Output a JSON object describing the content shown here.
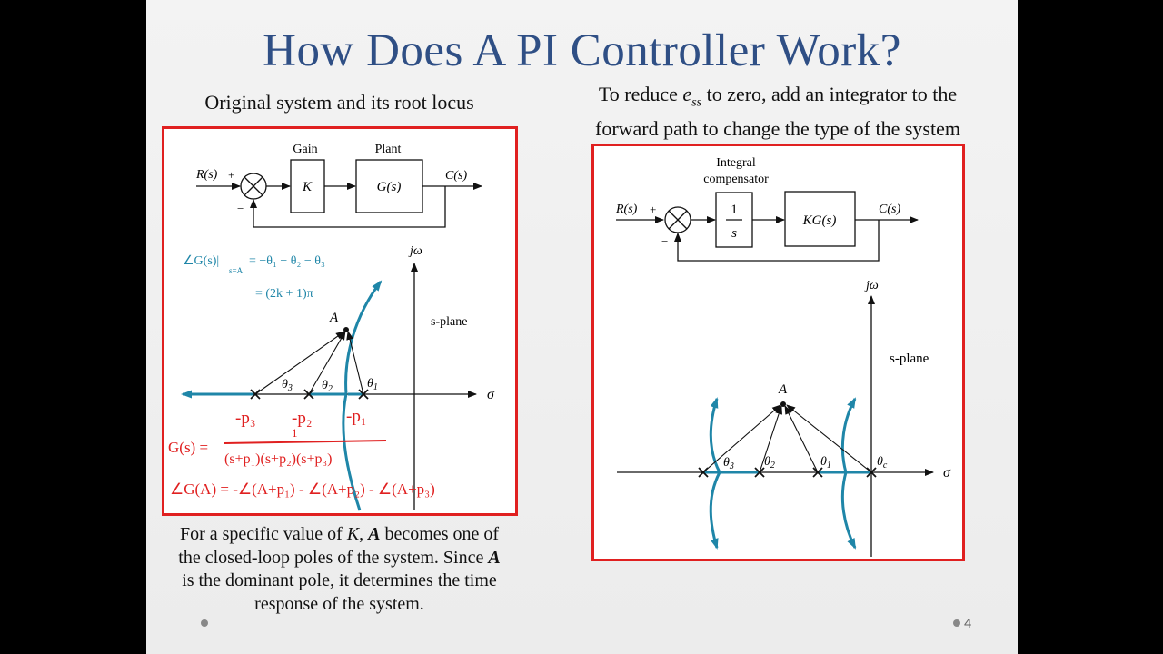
{
  "slide": {
    "title": "How Does A PI Controller Work?",
    "left_heading": "Original system and its root locus",
    "right_heading_part1": "To reduce ",
    "right_heading_e": "e",
    "right_heading_sub": "ss",
    "right_heading_part2": " to zero, add an integrator to the",
    "right_heading_line2": "forward path to change the type of the system",
    "caption_part1": "For a specific value of ",
    "caption_k": "K",
    "caption_part2": ", ",
    "caption_a1": "A",
    "caption_part3": " becomes one of the closed-loop poles of the system. Since ",
    "caption_a2": "A",
    "caption_part4": " is the dominant pole, it determines the time response of the system.",
    "page_number": "4"
  },
  "left_diagram": {
    "gain_label": "Gain",
    "plant_label": "Plant",
    "input": "R(s)",
    "plus": "+",
    "minus": "−",
    "gain_block": "K",
    "plant_block": "G(s)",
    "output": "C(s)",
    "jw": "jω",
    "splane": "s-plane",
    "sigma": "σ",
    "point_a": "A",
    "theta1": "θ",
    "theta1_sub": "1",
    "theta2": "θ",
    "theta2_sub": "2",
    "theta3": "θ",
    "theta3_sub": "3",
    "angle_eq1": "∠G(s)|",
    "angle_eq1_sub": "s=A",
    "angle_eq1_rhs": " = −θ₁ − θ₂ − θ₃",
    "angle_eq2": "= (2k + 1)π",
    "hw_p3": "-p₃",
    "hw_p2": "-p₂",
    "hw_p1": "-p₁",
    "hw_num": "1",
    "hw_g": "G(s) =",
    "hw_den": "(s+p₁)(s+p₂)(s+p₃)",
    "hw_angle": "∠G(A) = -∠(A+p₁) - ∠(A+p₂) - ∠(A+p₃)"
  },
  "right_diagram": {
    "comp_label_line1": "Integral",
    "comp_label_line2": "compensator",
    "input": "R(s)",
    "plus": "+",
    "minus": "−",
    "int_num": "1",
    "int_den": "s",
    "plant_block": "KG(s)",
    "output": "C(s)",
    "jw": "jω",
    "splane": "s-plane",
    "sigma": "σ",
    "point_a": "A",
    "theta3": "θ",
    "theta3_sub": "3",
    "theta2": "θ",
    "theta2_sub": "2",
    "theta1": "θ",
    "theta1_sub": "1",
    "thetac": "θ",
    "thetac_sub": "c"
  },
  "colors": {
    "title": "#2f4f85",
    "frame": "#e02020",
    "locus": "#1f86a8",
    "handwriting": "#e02020"
  }
}
